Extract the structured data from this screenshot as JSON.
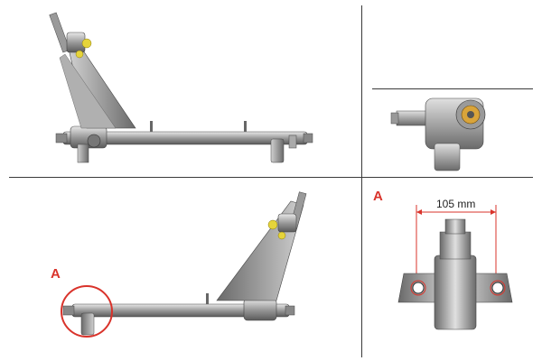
{
  "detail_marker": {
    "label": "A",
    "color": "#d9332b"
  },
  "dimension": {
    "text": "105 mm"
  },
  "views": [
    {
      "name": "top-left",
      "content": "steering-rack-side-view"
    },
    {
      "name": "top-right",
      "content": "steering-rack-end-view"
    },
    {
      "name": "bottom-left",
      "content": "steering-rack-mirrored-view"
    },
    {
      "name": "bottom-right",
      "content": "mounting-bracket-detail"
    }
  ]
}
